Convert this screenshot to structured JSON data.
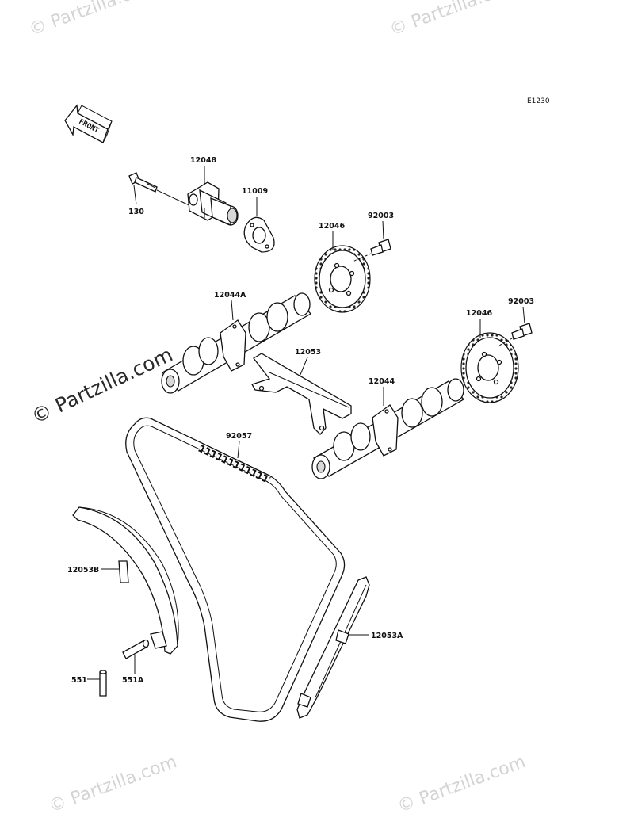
{
  "diagram_code": "E1230",
  "front_label": "FRONT",
  "watermark": "© Partzilla.com",
  "corner_watermark": "© Partzilla.com",
  "parts": [
    {
      "id": "12048",
      "label": "12048"
    },
    {
      "id": "130",
      "label": "130"
    },
    {
      "id": "11009",
      "label": "11009"
    },
    {
      "id": "12046-upper",
      "label": "12046"
    },
    {
      "id": "92003-upper",
      "label": "92003"
    },
    {
      "id": "12044A",
      "label": "12044A"
    },
    {
      "id": "12053",
      "label": "12053"
    },
    {
      "id": "92003-lower",
      "label": "92003"
    },
    {
      "id": "12046-lower",
      "label": "12046"
    },
    {
      "id": "12044",
      "label": "12044"
    },
    {
      "id": "92057",
      "label": "92057"
    },
    {
      "id": "12053B",
      "label": "12053B"
    },
    {
      "id": "12053A",
      "label": "12053A"
    },
    {
      "id": "551",
      "label": "551"
    },
    {
      "id": "551A",
      "label": "551A"
    }
  ]
}
